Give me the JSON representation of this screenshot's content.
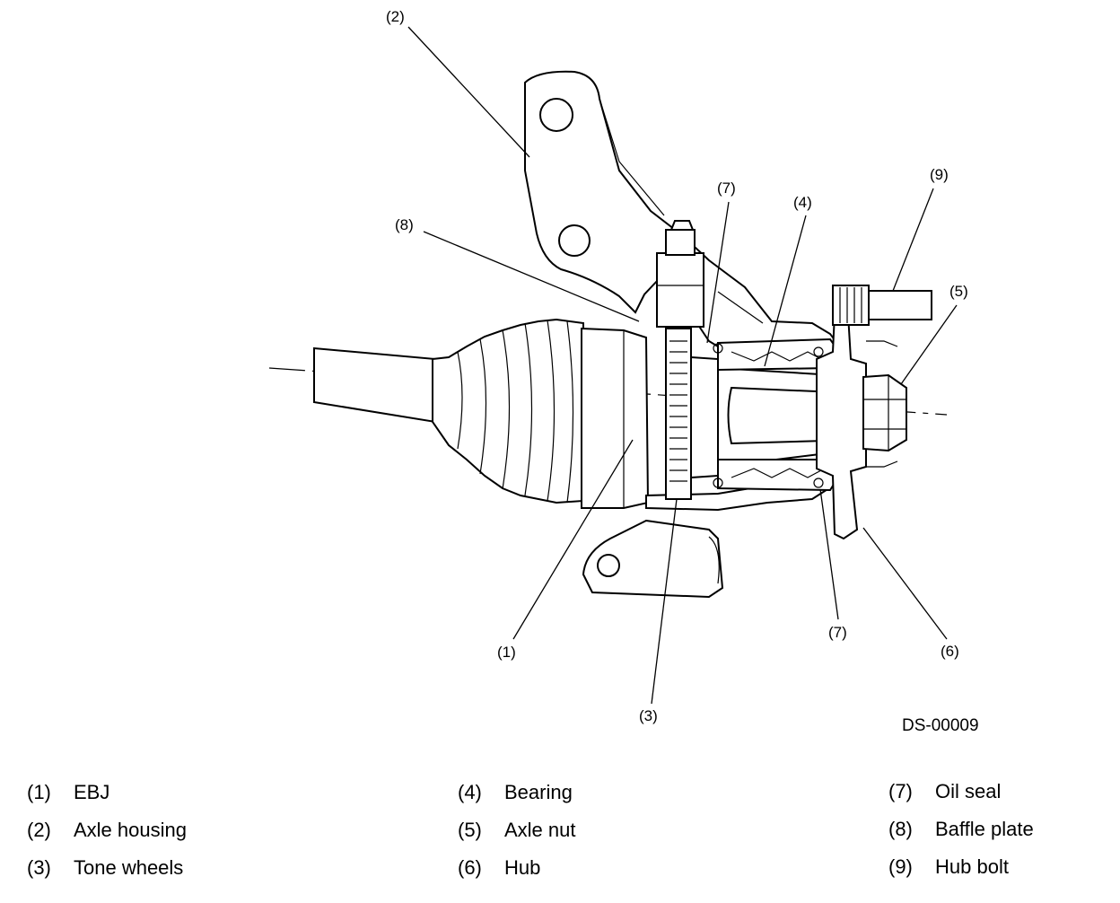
{
  "drawing_code": "DS-00009",
  "callouts": {
    "c1": "(1)",
    "c2": "(2)",
    "c3": "(3)",
    "c4": "(4)",
    "c5": "(5)",
    "c6": "(6)",
    "c7a": "(7)",
    "c7b": "(7)",
    "c8": "(8)",
    "c9": "(9)"
  },
  "legend": [
    {
      "num": "(1)",
      "label": "EBJ"
    },
    {
      "num": "(2)",
      "label": "Axle housing"
    },
    {
      "num": "(3)",
      "label": "Tone wheels"
    },
    {
      "num": "(4)",
      "label": "Bearing"
    },
    {
      "num": "(5)",
      "label": "Axle nut"
    },
    {
      "num": "(6)",
      "label": "Hub"
    },
    {
      "num": "(7)",
      "label": "Oil seal"
    },
    {
      "num": "(8)",
      "label": "Baffle plate"
    },
    {
      "num": "(9)",
      "label": "Hub bolt"
    }
  ]
}
